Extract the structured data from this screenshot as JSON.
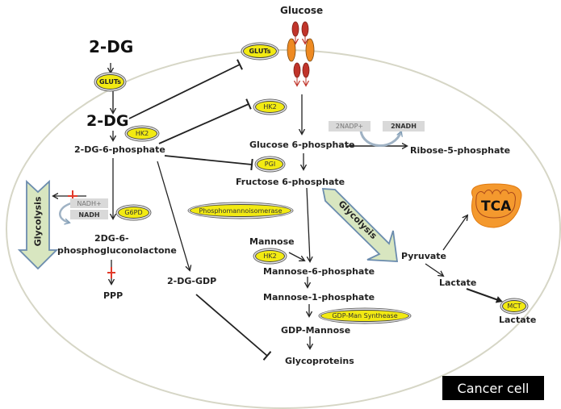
{
  "title": "2-DG mechanism in cancer cell metabolism",
  "cell_label": "Cancer cell",
  "metabolites": {
    "glucose_outside": "Glucose",
    "dg_outside": "2-DG",
    "dg_inside": "2-DG",
    "dg6p": "2-DG-6-phosphate",
    "dg_lactone_line1": "2DG-6-",
    "dg_lactone_line2": "phosphogluconolactone",
    "ppp": "PPP",
    "dg_gdp": "2-DG-GDP",
    "glucose6p": "Glucose 6-phosphate",
    "ribose5p": "Ribose-5-phosphate",
    "fructose6p": "Fructose 6-phosphate",
    "mannose": "Mannose",
    "mannose6p": "Mannose-6-phosphate",
    "mannose1p": "Mannose-1-phosphate",
    "gdp_mannose": "GDP-Mannose",
    "glycoproteins": "Glycoproteins",
    "pyruvate": "Pyruvate",
    "lactate_inside": "Lactate",
    "lactate_outside": "Lactate",
    "tca": "TCA"
  },
  "enzymes": {
    "gluts_left": "GLUTs",
    "gluts_top": "GLUTs",
    "hk2_left": "HK2",
    "hk2_top": "HK2",
    "pgi": "PGI",
    "g6pd": "G6PD",
    "pmi": "Phosphomannoisomerase",
    "hk2_mannose": "HK2",
    "gdp_man_synthase": "GDP-Man Synthease",
    "mct": "MCT"
  },
  "cofactors": {
    "nadp": "2NADP+",
    "nadh_right": "2NADH",
    "nadh_plus": "NADH+",
    "nadh_left": "NADH"
  },
  "pathways": {
    "glycolysis_left": "Glycolysis",
    "glycolysis_right": "Glycolysis"
  },
  "colors": {
    "enzyme_fill": "#f2ea12",
    "glycolysis_arrow": "#d8e6c0",
    "glycolysis_border": "#6b8cae",
    "transporter_orange": "#ee8a22",
    "transporter_red": "#c0342a",
    "mito_orange": "#f4992e",
    "block_red": "#e23a2a",
    "cell_membrane": "#d6d6c6"
  }
}
